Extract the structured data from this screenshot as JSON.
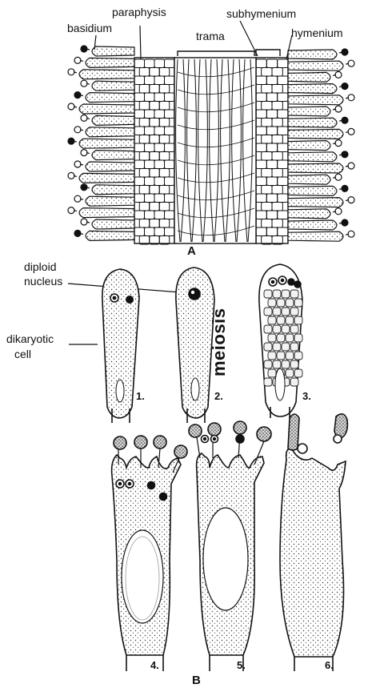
{
  "labels": {
    "basidium": "basidium",
    "paraphysis": "paraphysis",
    "subhymenium": "subhymenium",
    "trama": "trama",
    "hymenium": "hymenium",
    "part_a": "A",
    "part_b": "B",
    "diploid_nucleus_line1": "diploid",
    "diploid_nucleus_line2": "nucleus",
    "dikaryotic_cell_line1": "dikaryotic",
    "dikaryotic_cell_line2": "cell",
    "meiosis": "meiosis"
  },
  "stages": [
    "1.",
    "2.",
    "3.",
    "4.",
    "5.",
    "6."
  ]
}
